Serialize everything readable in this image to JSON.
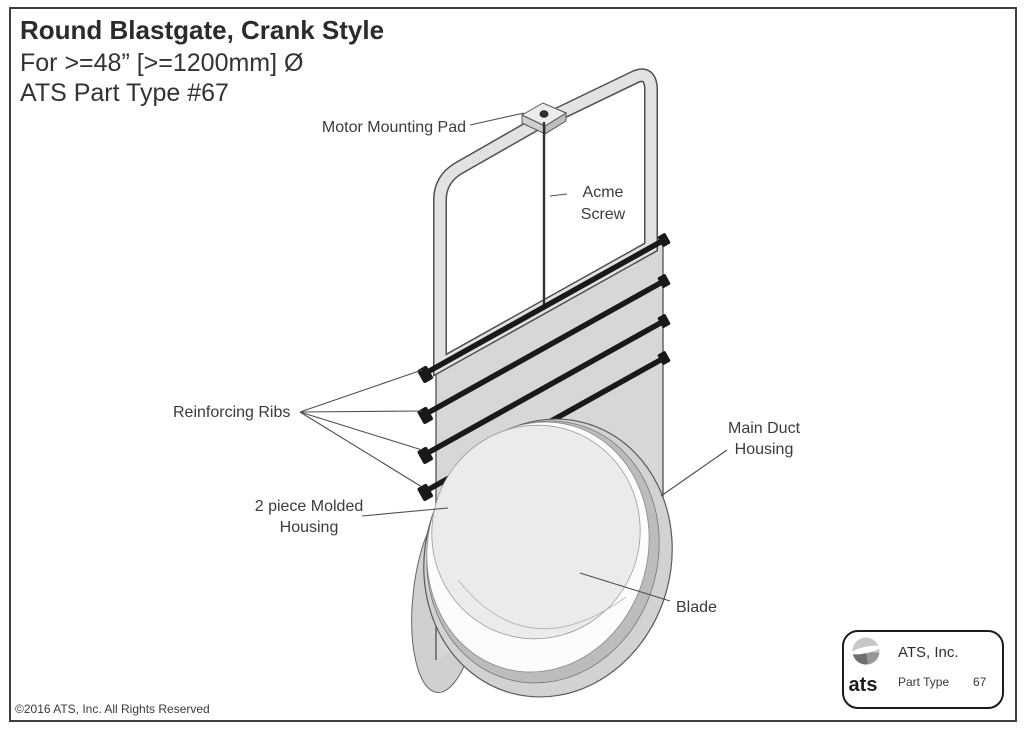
{
  "header": {
    "title": "Round Blastgate, Crank Style",
    "spec_line": "For >=48” [>=1200mm] Ø",
    "part_line": "ATS Part Type #67"
  },
  "callouts": {
    "motor_mounting_pad": "Motor Mounting Pad",
    "acme_screw": {
      "line1": "Acme",
      "line2": "Screw"
    },
    "reinforcing_ribs": "Reinforcing Ribs",
    "molded_housing": {
      "line1": "2 piece Molded",
      "line2": "Housing"
    },
    "main_duct_housing": {
      "line1": "Main Duct",
      "line2": "Housing"
    },
    "blade": "Blade"
  },
  "title_block": {
    "company": "ATS, Inc.",
    "part_type_label": "Part Type",
    "part_type_value": "67",
    "logo_text": "ats"
  },
  "footer": {
    "copyright": "©2016 ATS, Inc. All Rights Reserved"
  },
  "colors": {
    "ink": "#3b3b3b",
    "leader_line": "#4f4f4f",
    "page_border": "#3f3f3f",
    "housing_fill": "#d7d7d7",
    "frame_tube_fill": "#e2e2e2",
    "rib_color": "#191919",
    "collar_fill": "#d2d2d2",
    "collar_wall_fill": "#bcbcbc",
    "blade_fill": "#ebebeb"
  }
}
